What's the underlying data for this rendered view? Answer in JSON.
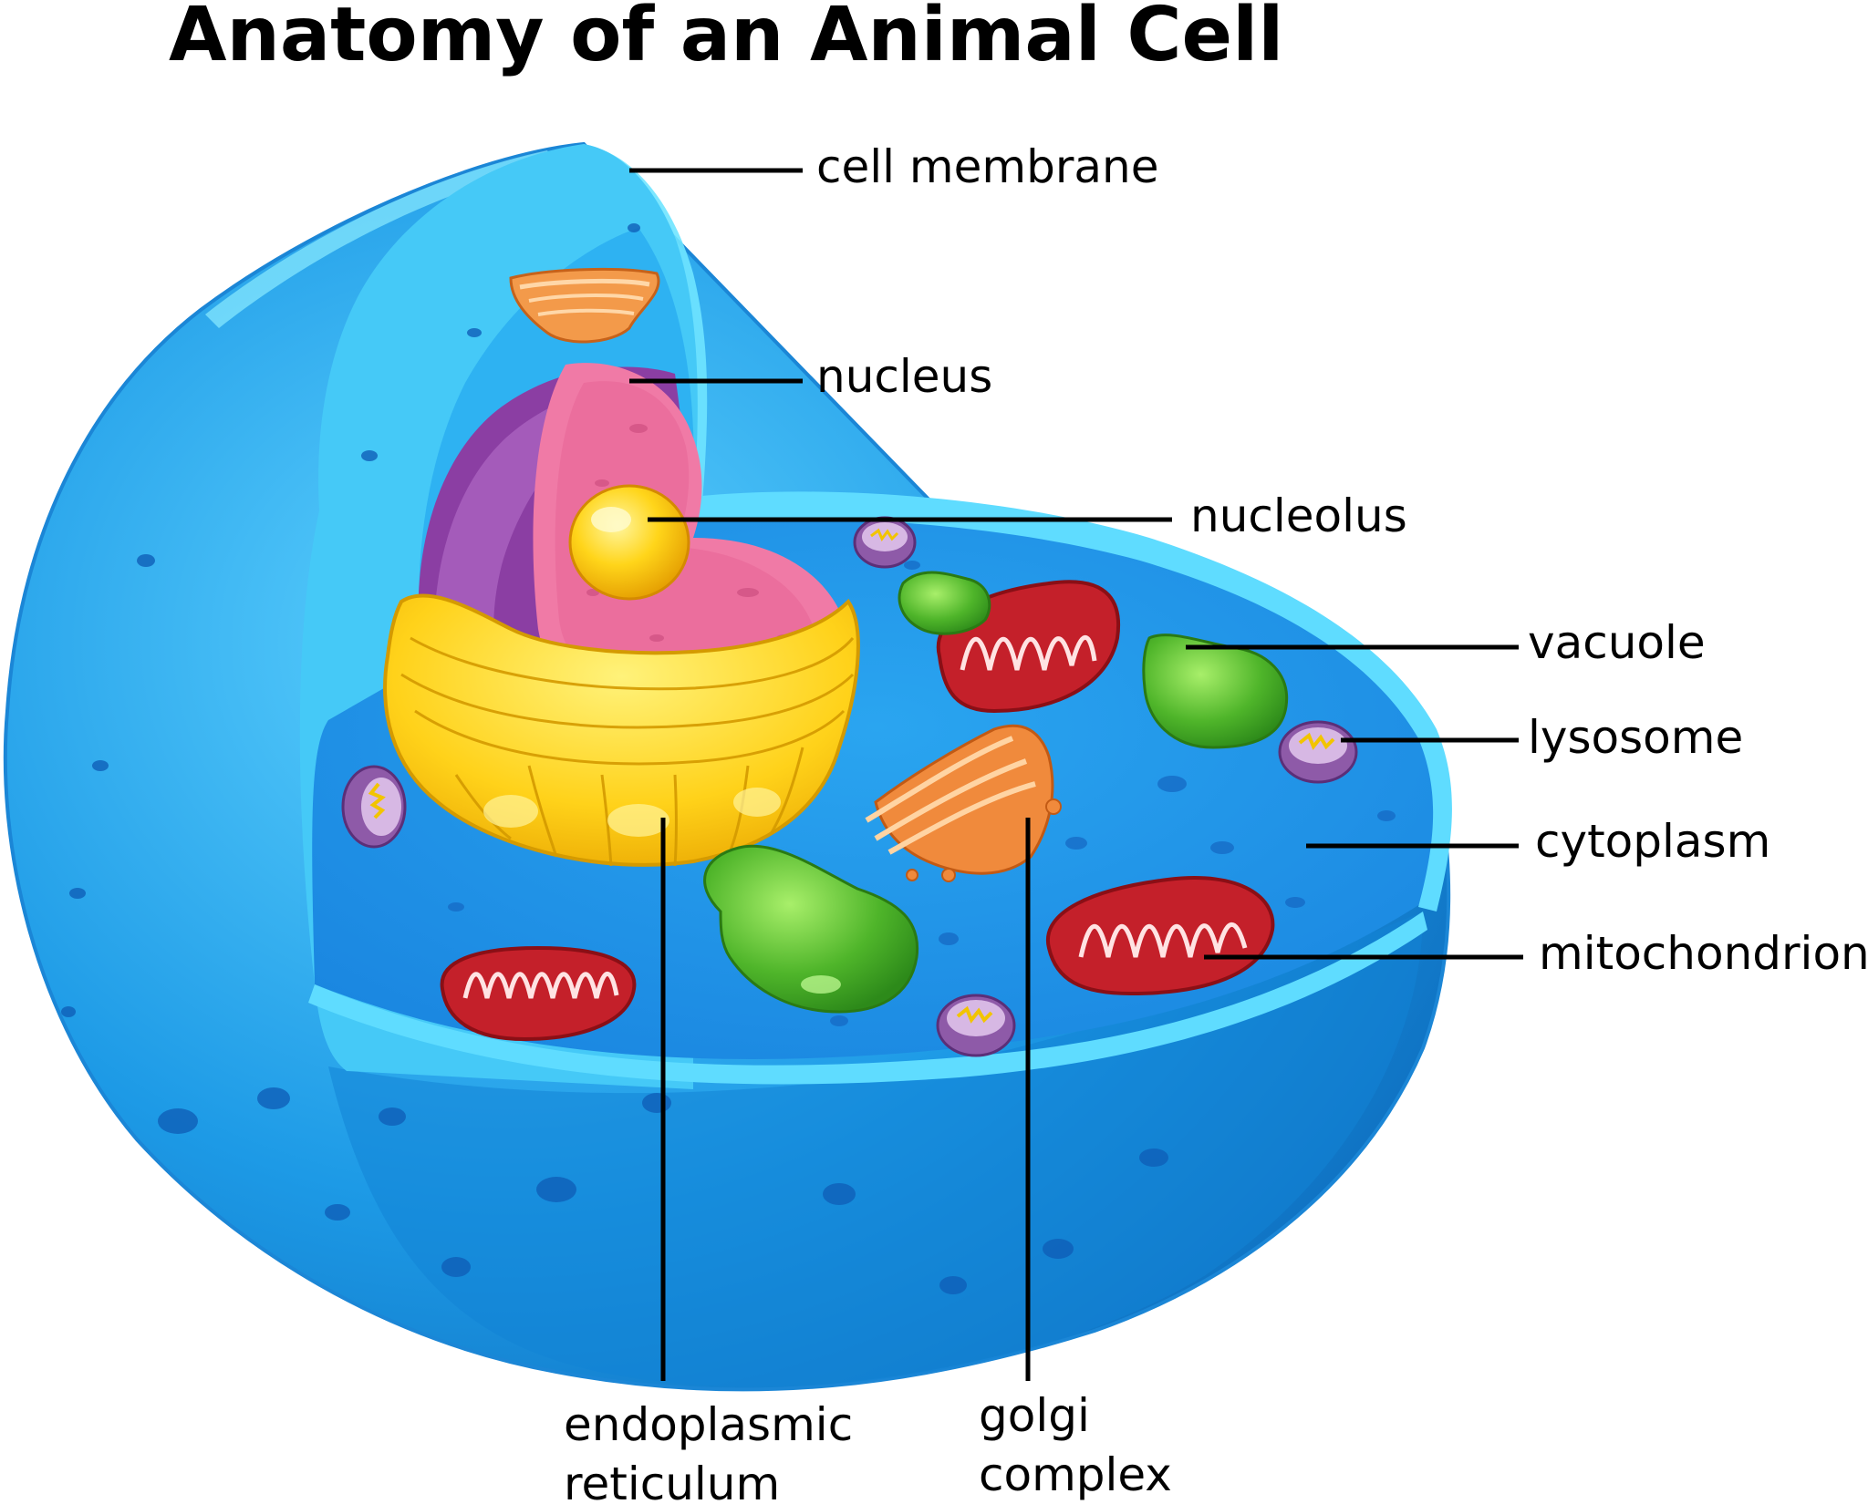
{
  "title": "Anatomy of an Animal Cell",
  "labels": {
    "cell_membrane": "cell membrane",
    "nucleus": "nucleus",
    "nucleolus": "nucleolus",
    "vacuole": "vacuole",
    "lysosome": "lysosome",
    "cytoplasm": "cytoplasm",
    "mitochondrion": "mitochondrion",
    "endoplasmic_reticulum": [
      "endoplasmic",
      "reticulum"
    ],
    "golgi_complex": [
      "golgi",
      "complex"
    ]
  },
  "colors": {
    "cytoplasm": "#29b6ef",
    "membrane": "#45d4f9",
    "cell_body": "#1f9fe8",
    "nucleus_envelope": "#8d3fa0",
    "nucleoplasm": "#f07aa6",
    "nucleolus": "#ffd51a",
    "endoplasmic_reticulum": "#f6c414",
    "golgi": "#f08a3c",
    "mitochondrion": "#c4202a",
    "vacuole": "#5cc22e",
    "lysosome": "#8e5aa8"
  }
}
